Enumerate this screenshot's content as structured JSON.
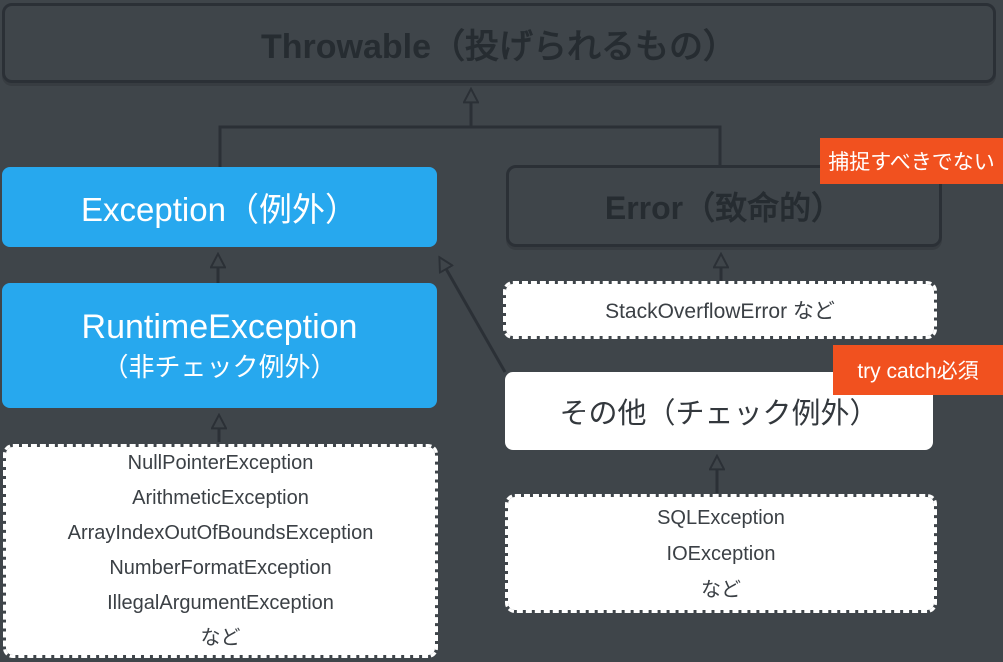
{
  "diagram": {
    "throwable_label": "Throwable（投げられるもの）",
    "exception_label": "Exception（例外）",
    "error_label": "Error（致命的）",
    "runtime": {
      "line1": "RuntimeException",
      "line2": "（非チェック例外）"
    },
    "stackoverflow_label": "StackOverflowError など",
    "checked_other_label": "その他（チェック例外）",
    "badges": {
      "no_catch": "捕捉すべきでない",
      "try_catch": "try catch必須"
    },
    "runtime_examples": [
      "NullPointerException",
      "ArithmeticException",
      "ArrayIndexOutOfBoundsException",
      "NumberFormatException",
      "IllegalArgumentException",
      "など"
    ],
    "checked_examples": [
      "SQLException",
      "IOException",
      "など"
    ],
    "colors": {
      "background": "#3f454a",
      "accent_blue": "#27a8ee",
      "accent_orange": "#f1511f",
      "line": "#2b3036",
      "dark_text": "#262c31",
      "box_text": "#3b4045"
    }
  }
}
